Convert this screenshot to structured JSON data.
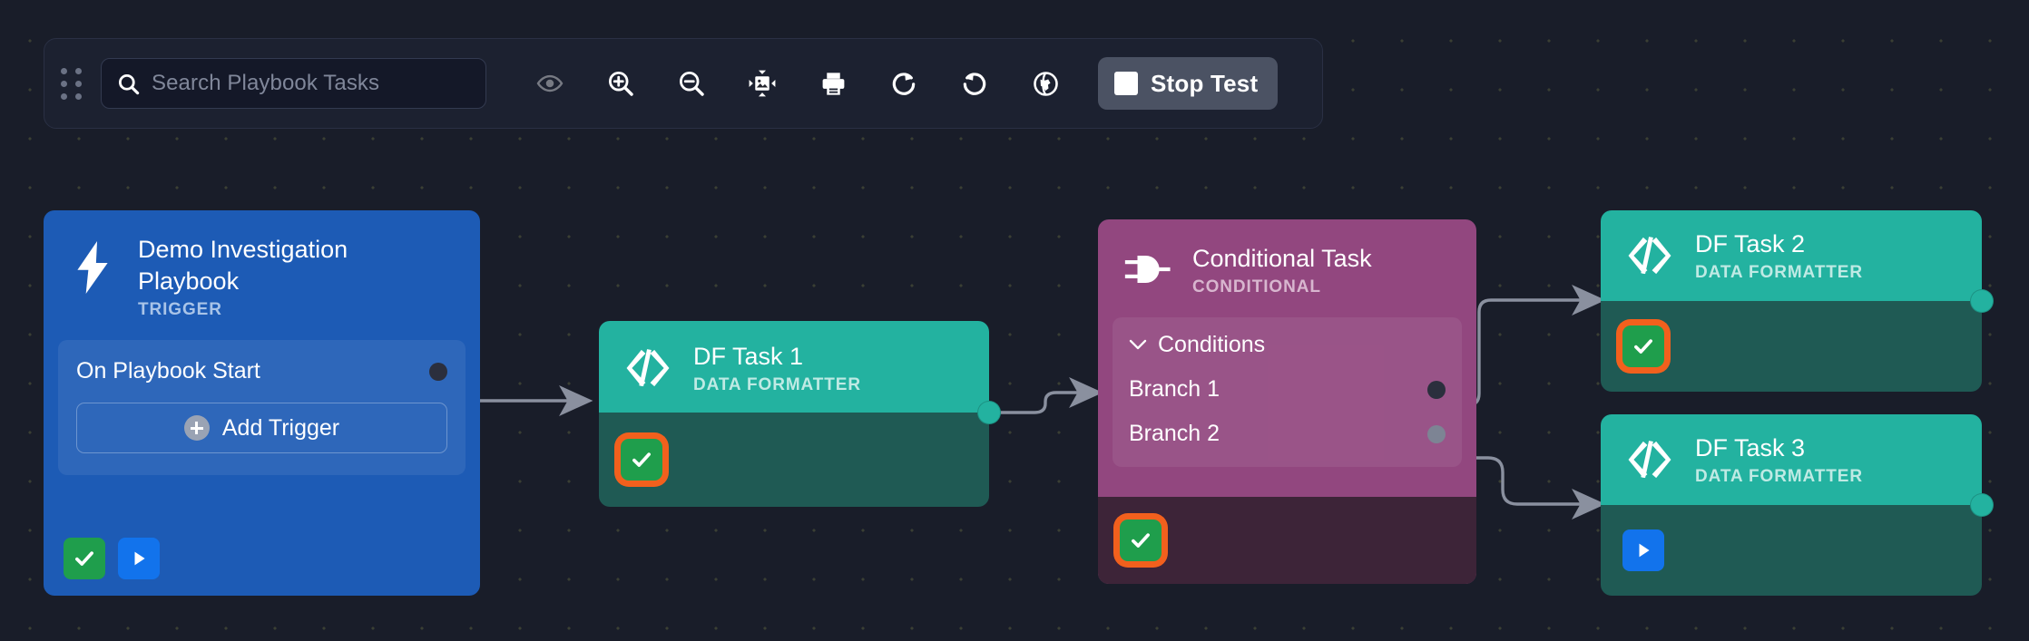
{
  "toolbar": {
    "drag_handle": "drag-handle",
    "search": {
      "placeholder": "Search Playbook Tasks",
      "value": ""
    },
    "icons": [
      {
        "name": "eye-icon",
        "label": "Toggle Visibility",
        "dim": true
      },
      {
        "name": "zoom-in-icon",
        "label": "Zoom In",
        "dim": false
      },
      {
        "name": "zoom-out-icon",
        "label": "Zoom Out",
        "dim": false
      },
      {
        "name": "fit-to-screen-icon",
        "label": "Fit To Screen",
        "dim": false
      },
      {
        "name": "print-icon",
        "label": "Print",
        "dim": false
      },
      {
        "name": "redo-icon",
        "label": "Redo",
        "dim": false
      },
      {
        "name": "undo-icon",
        "label": "Undo",
        "dim": false
      },
      {
        "name": "globe-icon",
        "label": "Globe",
        "dim": false
      }
    ],
    "stop_test_label": "Stop Test"
  },
  "colors": {
    "canvas_bg": "#191d29",
    "toolbar_bg": "#1c2130",
    "trigger_blue": "#1d5bb5",
    "data_formatter_teal": "#23b2a0",
    "data_formatter_body": "#1f5a54",
    "conditional_purple": "#92477f",
    "conditional_body": "#3d2438",
    "status_ok_green": "#1f9e4c",
    "status_run_blue": "#1273ec",
    "highlight_orange": "#f2601d",
    "edge_grey": "#8a909f"
  },
  "nodes": [
    {
      "id": "trigger",
      "title": "Demo Investigation Playbook",
      "subtitle": "TRIGGER",
      "icon": "lightning-bolt-icon",
      "panel": {
        "row_label": "On Playbook Start",
        "add_button_label": "Add Trigger"
      },
      "status_chips": [
        {
          "name": "status-check",
          "icon": "check-icon",
          "highlighted": false
        },
        {
          "name": "status-run",
          "icon": "play-icon",
          "highlighted": false
        }
      ]
    },
    {
      "id": "df-task-1",
      "title": "DF Task 1",
      "subtitle": "DATA FORMATTER",
      "icon": "code-brackets-icon",
      "status_chips": [
        {
          "name": "status-check",
          "icon": "check-icon",
          "highlighted": true
        }
      ]
    },
    {
      "id": "conditional-task",
      "title": "Conditional Task",
      "subtitle": "CONDITIONAL",
      "icon": "logic-gate-icon",
      "panel": {
        "section_label": "Conditions",
        "expanded": true,
        "branches": [
          {
            "label": "Branch 1",
            "port": "dark"
          },
          {
            "label": "Branch 2",
            "port": "grey"
          }
        ]
      },
      "status_chips": [
        {
          "name": "status-check",
          "icon": "check-icon",
          "highlighted": true
        }
      ]
    },
    {
      "id": "df-task-2",
      "title": "DF Task 2",
      "subtitle": "DATA FORMATTER",
      "icon": "code-brackets-icon",
      "status_chips": [
        {
          "name": "status-check",
          "icon": "check-icon",
          "highlighted": true
        }
      ]
    },
    {
      "id": "df-task-3",
      "title": "DF Task 3",
      "subtitle": "DATA FORMATTER",
      "icon": "code-brackets-icon",
      "status_chips": [
        {
          "name": "status-run",
          "icon": "play-icon",
          "highlighted": false
        }
      ]
    }
  ],
  "edges": [
    {
      "from": "trigger",
      "to": "df-task-1"
    },
    {
      "from": "df-task-1",
      "to": "conditional-task"
    },
    {
      "from": "conditional-task:branch-1",
      "to": "df-task-2"
    },
    {
      "from": "conditional-task:branch-2",
      "to": "df-task-3"
    }
  ]
}
